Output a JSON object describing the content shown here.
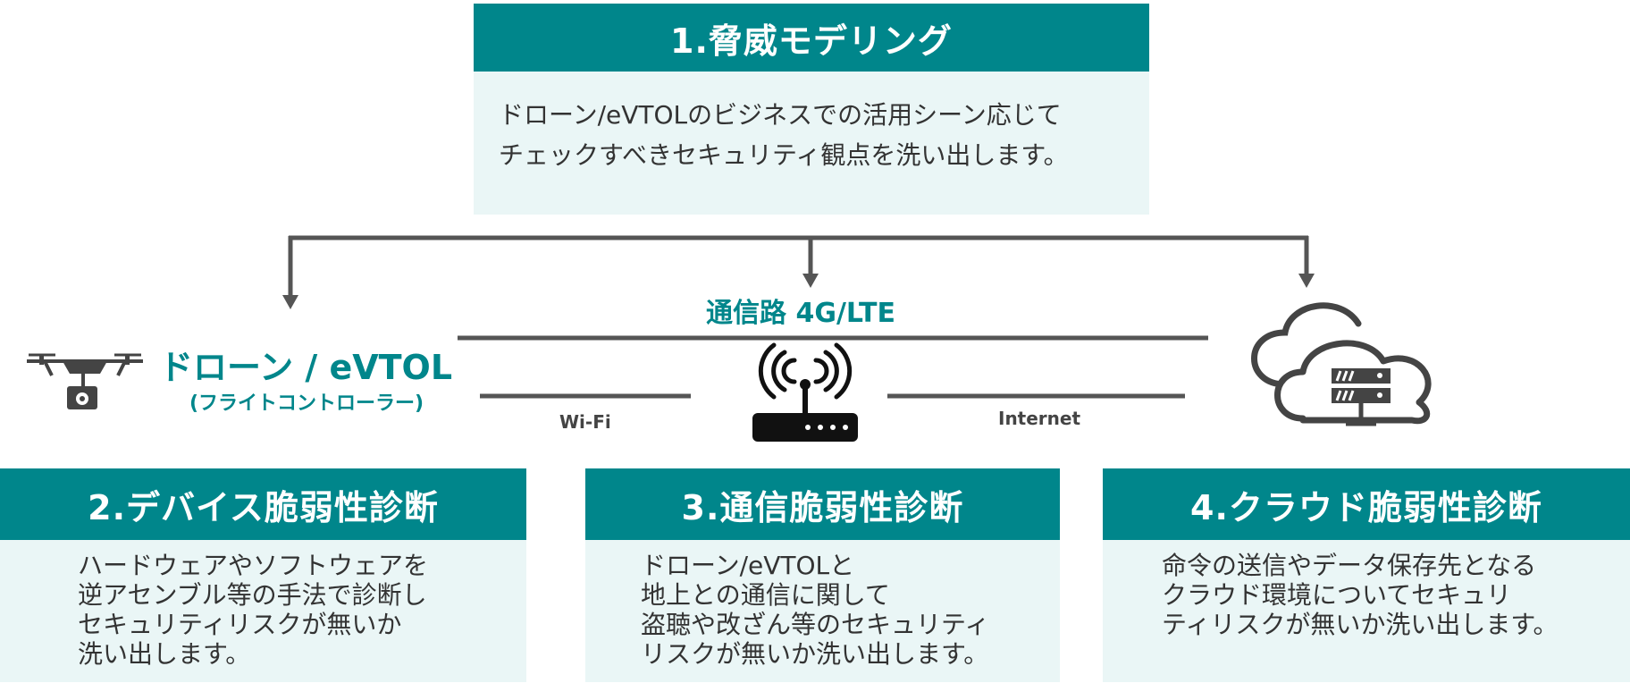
{
  "top": {
    "title": "1.脅威モデリング",
    "body": "ドローン/eVTOLのビジネスでの活用シーン応じて\nチェックすべきセキュリティ観点を洗い出します。"
  },
  "device": {
    "title": "ドローン / eVTOL",
    "subtitle": "(フライトコントローラー)"
  },
  "links": {
    "main": "通信路 4G/LTE",
    "wifi": "Wi-Fi",
    "internet": "Internet"
  },
  "boxes": [
    {
      "title": "2.デバイス脆弱性診断",
      "body": "ハードウェアやソフトウェアを\n逆アセンブル等の手法で診断し\nセキュリティリスクが無いか\n洗い出します。"
    },
    {
      "title": "3.通信脆弱性診断",
      "body": "ドローン/eVTOLと\n地上との通信に関して\n盗聴や改ざん等のセキュリティ\nリスクが無いか洗い出します。"
    },
    {
      "title": "4.クラウド脆弱性診断",
      "body": "命令の送信やデータ保存先となる\nクラウド環境についてセキュリ\nティリスクが無いか洗い出します。"
    }
  ],
  "colors": {
    "accent": "#00868b",
    "panel": "#eaf6f6",
    "line": "#555555",
    "icon": "#444444"
  },
  "icons": [
    "drone-icon",
    "router-icon",
    "cloud-server-icon"
  ]
}
